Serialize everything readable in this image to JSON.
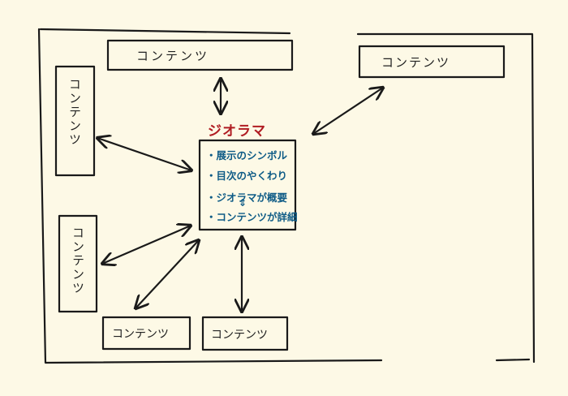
{
  "diagram": {
    "colors": {
      "ink": "#1a1a1a",
      "title": "#b01c22",
      "notes": "#0e5b86",
      "paper": "#fdf9e6"
    },
    "center": {
      "title": "ジオラマ",
      "notes": [
        "・展示のシンボル",
        "・目次のやくわり",
        "・ジオラマが概要",
        "・コンテンツが詳細"
      ]
    },
    "boxes": {
      "top_center": "コンテンツ",
      "top_right": "コンテンツ",
      "left_upper": "コンテンツ",
      "left_lower": "コンテンツ",
      "bottom_left": "コンテンツ",
      "bottom_right": "コンテンツ"
    }
  }
}
